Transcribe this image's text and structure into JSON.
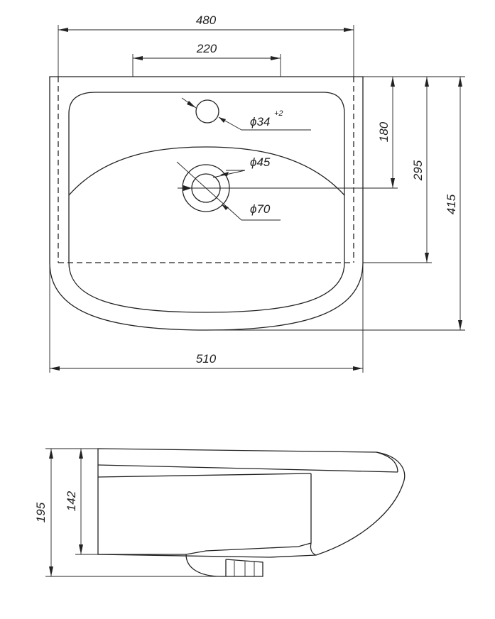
{
  "top_view": {
    "dim_width_top": "480",
    "dim_taps": "220",
    "dim_width_bottom": "510",
    "dim_180": "180",
    "dim_295": "295",
    "dim_415": "415",
    "tap_hole": {
      "label": "ϕ34",
      "tolerance": "+2"
    },
    "drain_inner": "ϕ45",
    "drain_outer": "ϕ70"
  },
  "side_view": {
    "dim_195": "195",
    "dim_142": "142"
  }
}
